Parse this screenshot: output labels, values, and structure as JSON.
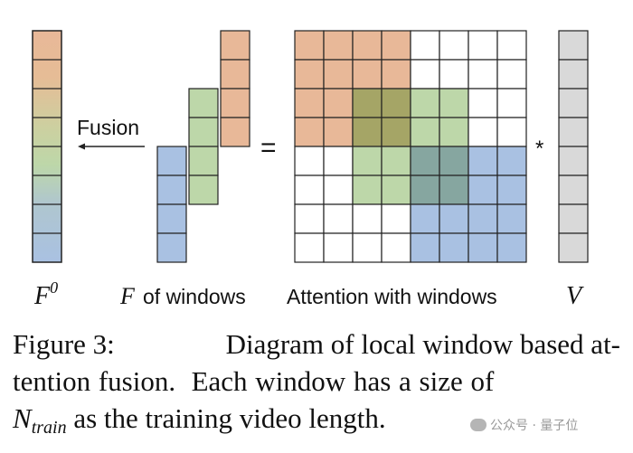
{
  "labels": {
    "fusion": "Fusion",
    "equals": "=",
    "multiply": "*",
    "f0_base": "F",
    "f0_sup": "0",
    "f_windows_var": "F",
    "f_windows_text": "of windows",
    "attention": "Attention with windows",
    "v": "V"
  },
  "caption": {
    "prefix": "Figure 3:",
    "line1_rest": "Diagram of local window based at-",
    "line2": "tention fusion.  Each window has a size of",
    "line3_var": "N",
    "line3_sub": "train",
    "line3_rest": " as the training video length."
  },
  "watermark": {
    "text": "公众号 · 量子位"
  },
  "colors": {
    "orange": "#E8B898",
    "green": "#BDD7A9",
    "blue": "#A9C1E2",
    "orange_green_overlap": "#A5A566",
    "green_blue_overlap": "#86A6A0",
    "gray": "#D9D9D9",
    "cell_stroke": "#222222",
    "f0_gradient": [
      "#E8B898",
      "#E3BE97",
      "#C9CF9E",
      "#BDD7A9",
      "#B3CCC4",
      "#A9C1E2"
    ]
  }
}
